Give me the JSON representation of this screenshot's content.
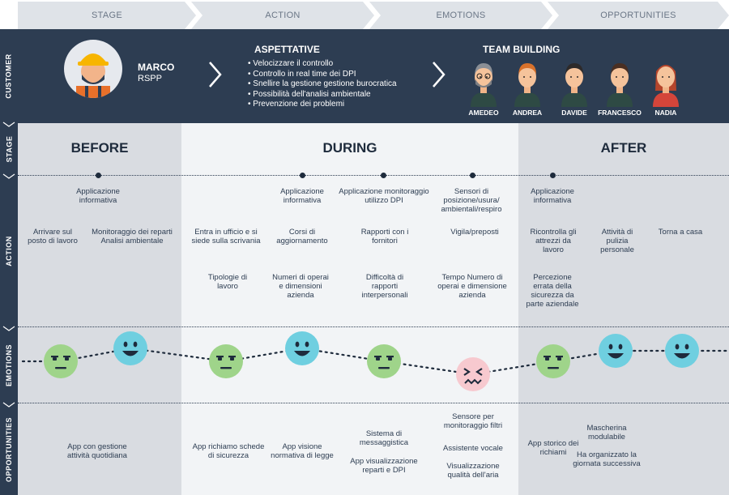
{
  "stages": [
    "STAGE",
    "ACTION",
    "EMOTIONS",
    "OPPORTUNITIES"
  ],
  "side_labels": {
    "customer": "CUSTOMER",
    "stage": "STAGE",
    "action": "ACTION",
    "emotions": "EMOTIONS",
    "opportunities": "OPPORTUNITIES"
  },
  "customer": {
    "name": "MARCO",
    "role": "RSPP",
    "expectations_title": "ASPETTATIVE",
    "expectations": [
      "• Velocizzare il controllo",
      "• Controllo in real time dei DPI",
      "• Snellire la gestione gestione burocratica",
      "• Possibilità dell'analisi ambientale",
      "• Prevenzione dei problemi"
    ],
    "team_title": "TEAM BUILDING",
    "team": [
      "AMEDEO",
      "ANDREA",
      "DAVIDE",
      "FRANCESCO",
      "NADIA"
    ]
  },
  "phases": {
    "before": "BEFORE",
    "during": "DURING",
    "after": "AFTER"
  },
  "touchpoints": {
    "before_1": "Applicazione informativa",
    "during_1": "Applicazione informativa",
    "during_2": "Applicazione monitoraggio utilizzo DPI",
    "during_3": "Sensori di posizione/usura/ ambientali/respiro",
    "after_1": "Applicazione informativa"
  },
  "actions": {
    "a1": "Arrivare sul posto di lavoro",
    "a2": "Monitoraggio dei reparti Analisi ambientale",
    "a3": "Entra in ufficio e si siede sulla scrivania",
    "a4": "Corsi di aggiornamento",
    "a5": "Rapporti con i fornitori",
    "a6": "Vigila/preposti",
    "a7": "Ricontrolla gli attrezzi da lavoro",
    "a8": "Attività di pulizia personale",
    "a9": "Torna a casa",
    "p1": "Tipologie di lavoro",
    "p2": "Numeri di operai e dimensioni azienda",
    "p3": "Difficoltà di rapporti interpersonali",
    "p4": "Tempo Numero di operai e dimensione azienda",
    "p5": "Percezione errata della sicurezza da parte aziendale"
  },
  "emotions": [
    "neutral",
    "happy",
    "neutral",
    "happy",
    "neutral",
    "sad",
    "neutral",
    "happy",
    "happy"
  ],
  "emotion_colors": {
    "neutral": "#9fd48a",
    "happy": "#6fcfe0",
    "sad": "#f7c9cf"
  },
  "opportunities": {
    "o1": "App con gestione attività quotidiana",
    "o2": "App richiamo schede di sicurezza",
    "o3": "App visione normativa di legge",
    "o4": "Sistema di messaggistica",
    "o5": "App visualizzazione reparti e DPI",
    "o6": "Sensore per monitoraggio filtri",
    "o7": "Assistente vocale",
    "o8": "Visualizzazione qualità dell'aria",
    "o9": "App storico dei richiami",
    "o10": "Mascherina modulabile",
    "o11": "Ha organizzato la giornata successiva"
  }
}
